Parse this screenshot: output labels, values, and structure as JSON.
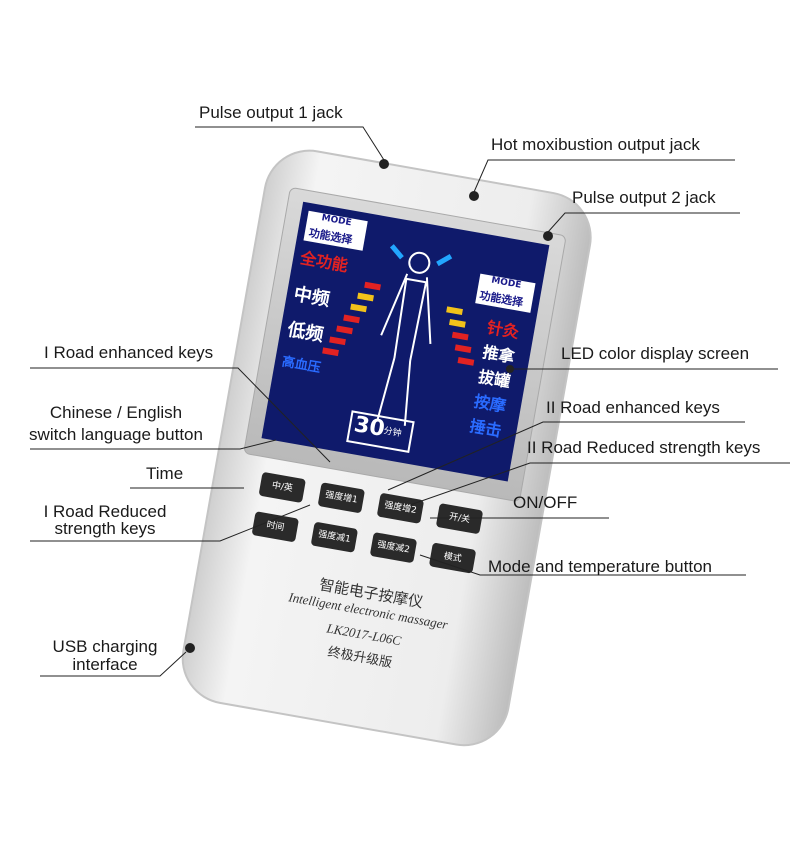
{
  "callouts": {
    "pulse1": "Pulse output 1 jack",
    "hot_moxibustion": "Hot moxibustion output jack",
    "pulse2": "Pulse output 2 jack",
    "road1_enhanced": "I Road enhanced keys",
    "led_screen": "LED color display screen",
    "lang_line1": "Chinese / English",
    "lang_line2": "switch language button",
    "road2_enhanced": "II Road enhanced keys",
    "road2_reduced": "II Road Reduced strength keys",
    "time": "Time",
    "onoff": "ON/OFF",
    "road1_reduced_line1": "I Road Reduced",
    "road1_reduced_line2": "strength keys",
    "mode_temp": "Mode and temperature button",
    "usb_line1": "USB charging",
    "usb_line2": "interface"
  },
  "device": {
    "brand_cn": "智能电子按摩仪",
    "brand_en": "Intelligent electronic massager",
    "model": "LK2017-L06C",
    "edition": "终极升级版"
  },
  "screen": {
    "mode_left": "MODE",
    "mode_left_cn": "功能选择",
    "mode_right": "MODE",
    "mode_right_cn": "功能选择",
    "left_modes": [
      "全功能",
      "中频",
      "低频",
      "高血压"
    ],
    "right_modes": [
      "针灸",
      "推拿",
      "拔罐",
      "按摩",
      "捶击"
    ],
    "timer_value": "30",
    "timer_unit": "分钟"
  },
  "buttons": {
    "lang": "中/英",
    "time": "时间",
    "strong1": "强度增1",
    "strong2": "强度增2",
    "weak1": "强度减1",
    "weak2": "强度减2",
    "onoff": "开/关",
    "mode": "模式"
  },
  "colors": {
    "body": "#ececec",
    "screen_bg": "#0f1a6b",
    "accent_red": "#e22222",
    "accent_yellow": "#f2c21a"
  }
}
